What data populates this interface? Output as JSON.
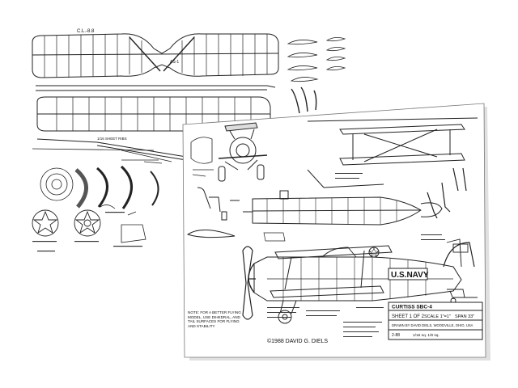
{
  "sheets": {
    "back": {
      "label_wing": "C.L.-8.8",
      "label_center": "AS-1",
      "note_ribs": "1/16 SHEET RIBS"
    },
    "front": {
      "copyright": "©1988 DAVID G. DIELS",
      "title_block": {
        "name": "CURTISS SBC-4",
        "sheet": "SHEET 1 OF 2",
        "scale": "SCALE 1\"=1\"",
        "span": "SPAN 33\"",
        "drawn": "DRAWN BY DAVID DIELS, WOODVILLE, OHIO, USA",
        "date": "2-88",
        "extra": "1/16 sq. 1/8 sq."
      },
      "insignia_text": "U.S.NAVY",
      "notes": "NOTE: FOR A BETTER FLYING MODEL, USE DIHEDRAL, AND TAIL SURFACES FOR FLYING AND STABILITY"
    }
  }
}
